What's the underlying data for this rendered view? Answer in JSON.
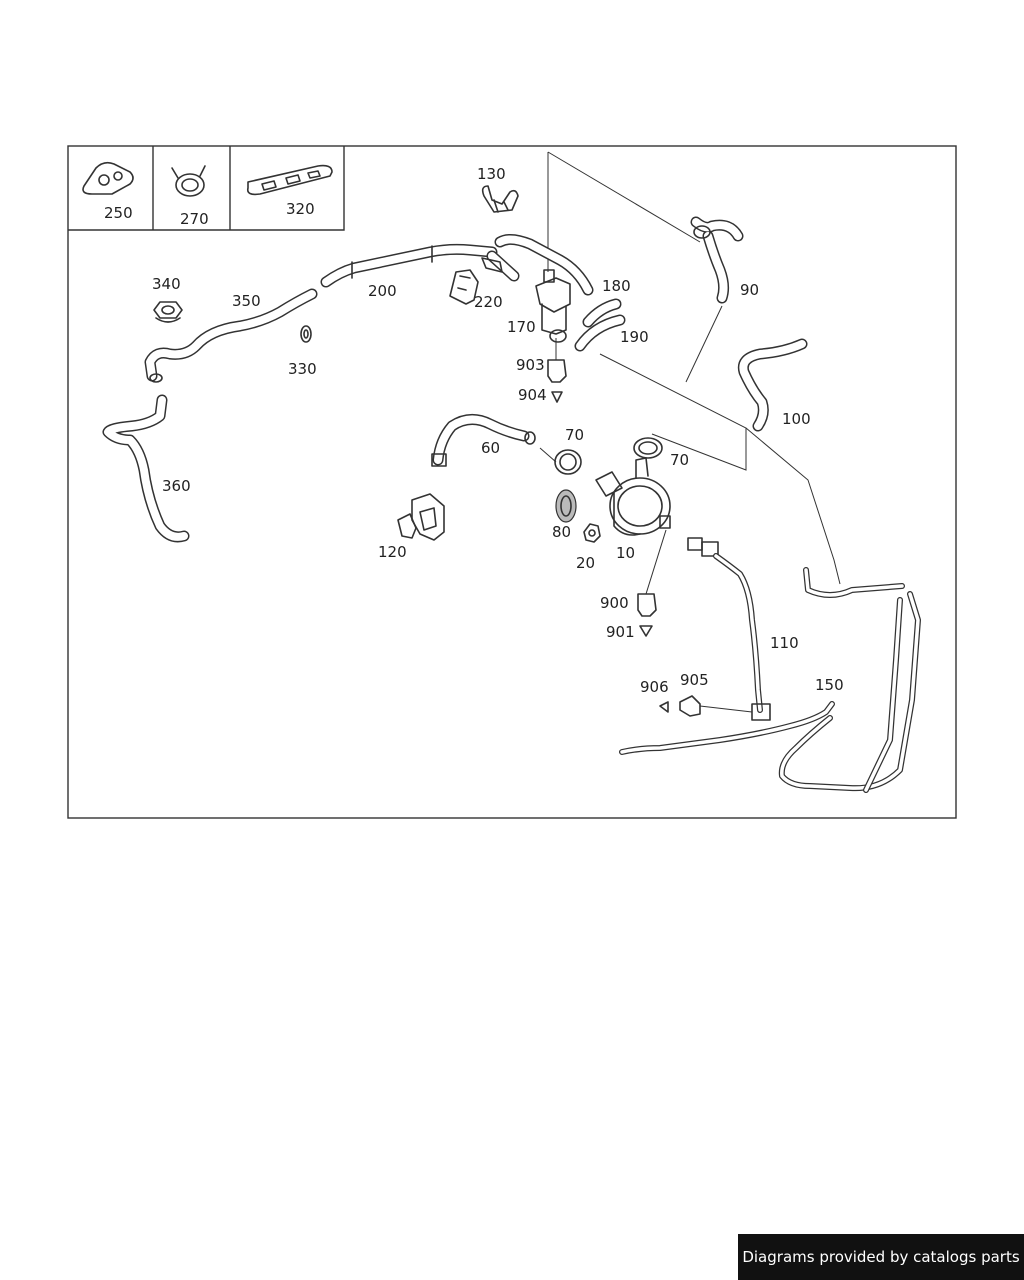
{
  "labels": {
    "l250": "250",
    "l270": "270",
    "l320": "320",
    "l130": "130",
    "l90": "90",
    "l180": "180",
    "l190": "190",
    "l170": "170",
    "l903": "903",
    "l904": "904",
    "l340": "340",
    "l350": "350",
    "l200": "200",
    "l220": "220",
    "l330": "330",
    "l100": "100",
    "l360": "360",
    "l60": "60",
    "l70a": "70",
    "l70b": "70",
    "l80": "80",
    "l20": "20",
    "l10": "10",
    "l120": "120",
    "l900": "900",
    "l901": "901",
    "l110": "110",
    "l906": "906",
    "l905": "905",
    "l150": "150"
  },
  "footer": {
    "text": "Diagrams provided by catalogs parts"
  }
}
